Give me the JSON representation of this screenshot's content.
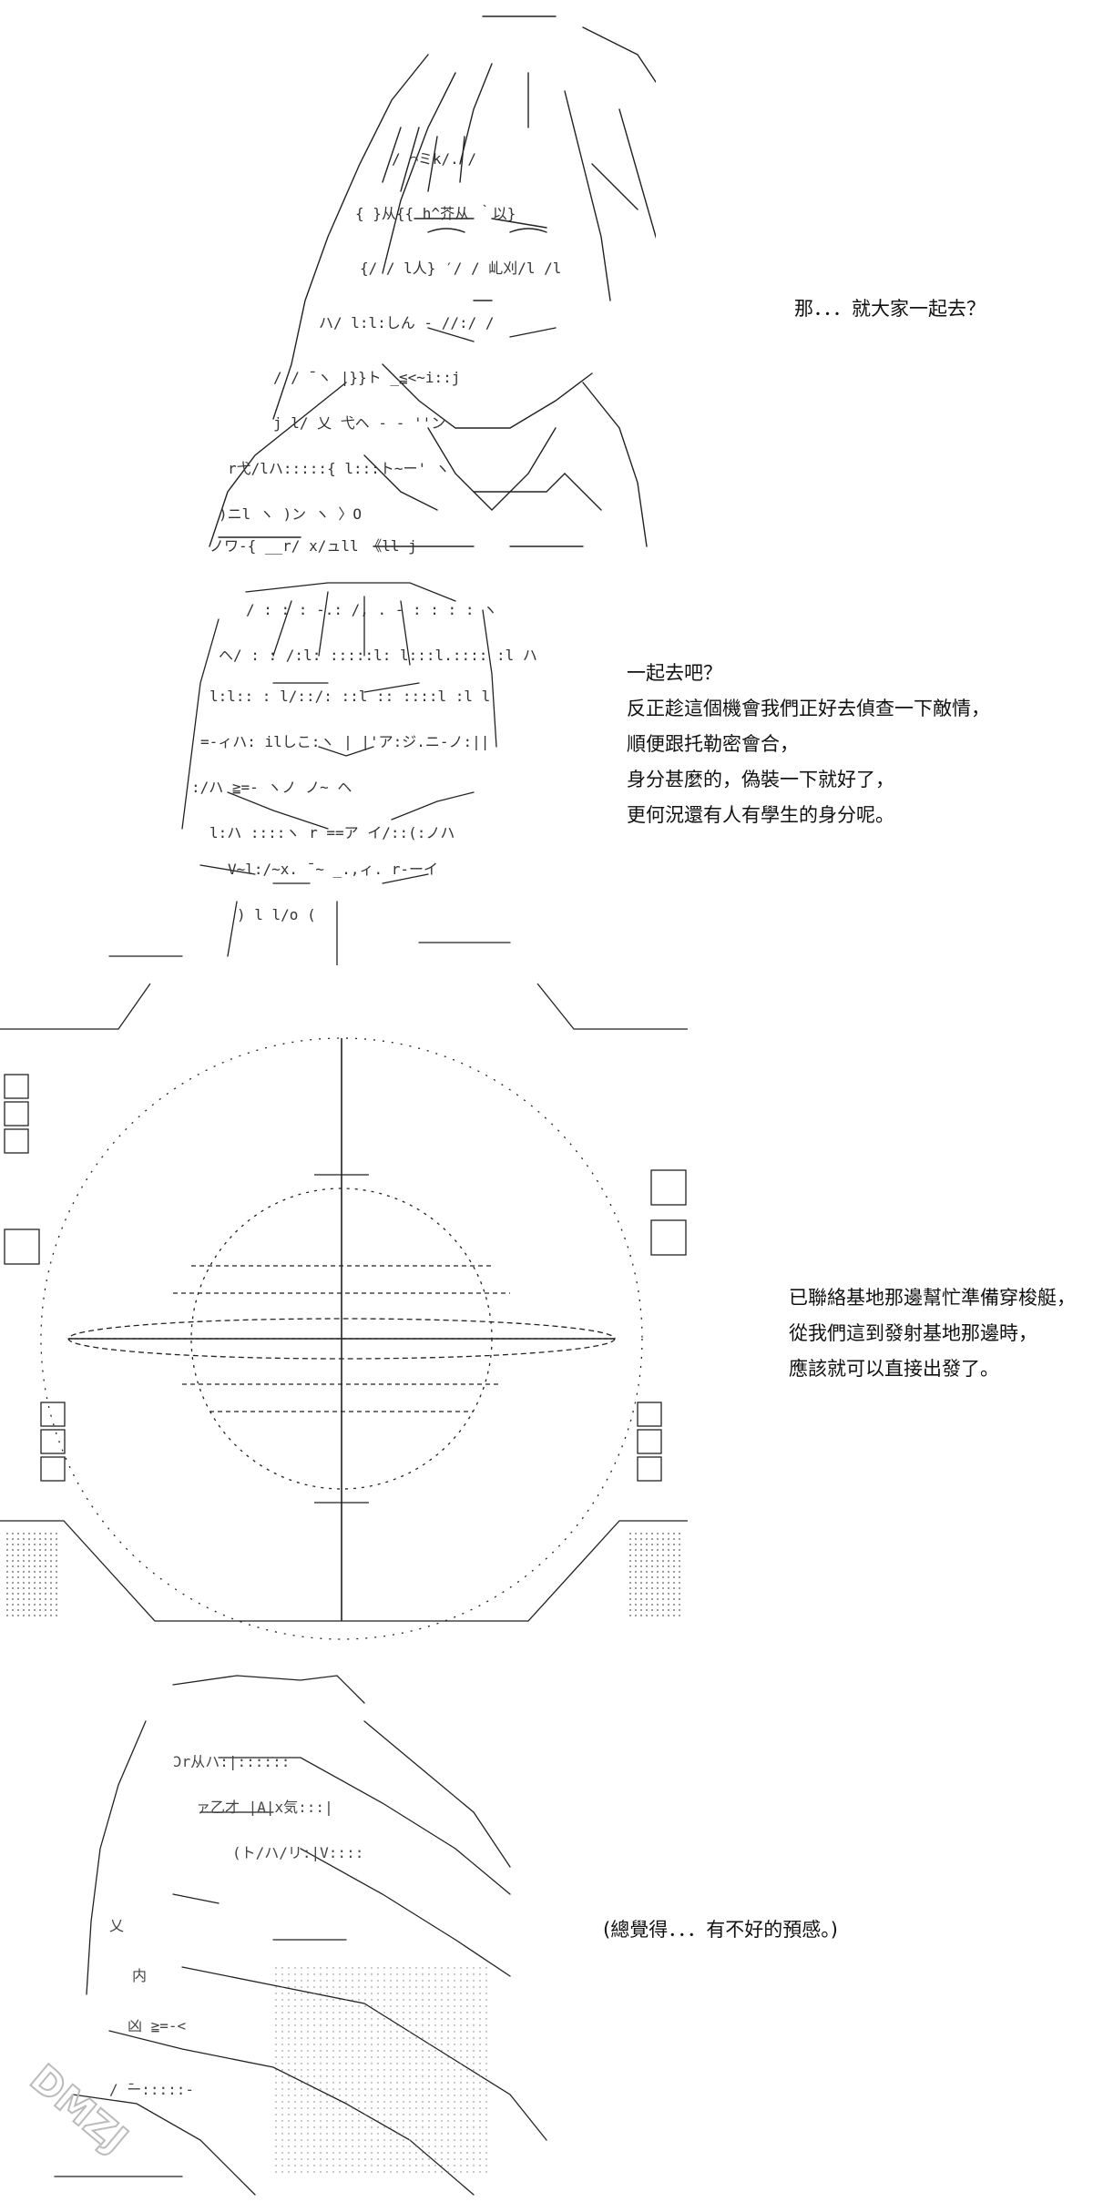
{
  "panels": [
    {
      "id": "panel-1",
      "lines": [
        "那．．．就大家一起去？"
      ]
    },
    {
      "id": "panel-2",
      "lines": [
        "一起去吧？",
        "反正趁這個機會我們正好去偵查一下敵情，",
        "順便跟托勒密會合，",
        "身分甚麼的，偽裝一下就好了，",
        "更何況還有人有學生的身分呢。"
      ]
    },
    {
      "id": "panel-3",
      "lines": [
        "已聯絡基地那邊幫忙準備穿梭艇，",
        "從我們這到發射基地那邊時，",
        "應該就可以直接出發了。"
      ]
    },
    {
      "id": "panel-4",
      "lines": [
        "(總覺得．．．有不好的預感。)"
      ]
    }
  ],
  "watermark": {
    "text": "DMZJ"
  },
  "colors": {
    "ink": "#000000",
    "background": "#ffffff",
    "watermark": "#c8c8c8"
  }
}
